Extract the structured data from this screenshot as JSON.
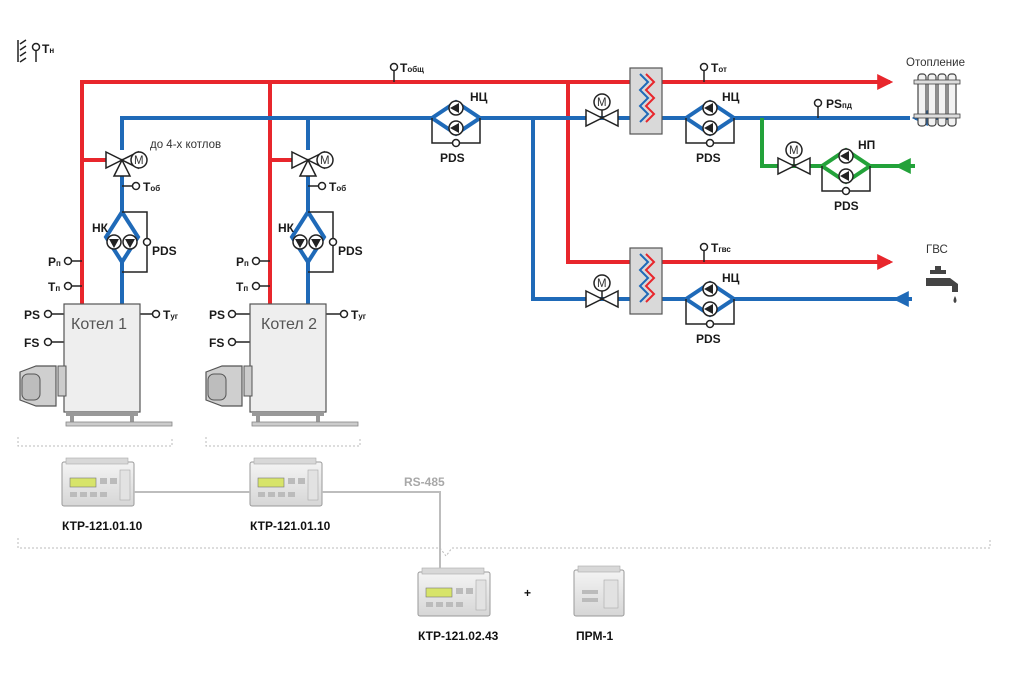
{
  "labels": {
    "tn_main": "T",
    "tn_sub": "н",
    "tobsh_main": "T",
    "tobsh_sub": "общ",
    "tot_main": "T",
    "tot_sub": "от",
    "tgvs_main": "T",
    "tgvs_sub": "гвс",
    "tob_main": "T",
    "tob_sub": "об",
    "tug_main": "T",
    "tug_sub": "уг",
    "pp_main": "P",
    "pp_sub": "п",
    "tp_main": "T",
    "tp_sub": "п",
    "ps": "PS",
    "fs": "FS",
    "pspd_main": "PS",
    "pspd_sub": "пд",
    "pds": "PDS",
    "nk": "НК",
    "nc": "НЦ",
    "np": "НП",
    "up_to_4": "до 4-х котлов",
    "heating": "Отопление",
    "gvs": "ГВС",
    "motor": "M"
  },
  "boilers": [
    {
      "name": "Котел 1"
    },
    {
      "name": "Котел 2"
    }
  ],
  "controllers": {
    "ktr1": "КТР-121.01.10",
    "ktr2": "КТР-121.01.10",
    "ktr_master": "КТР-121.02.43",
    "prm": "ПРМ-1",
    "plus": "+",
    "bus": "RS-485"
  },
  "colors": {
    "supply": "#e8262c",
    "return": "#1f6ab8",
    "ventilation": "#23a23a",
    "boiler_fill": "#eeeeee",
    "device_fill": "#e6e6e6"
  }
}
